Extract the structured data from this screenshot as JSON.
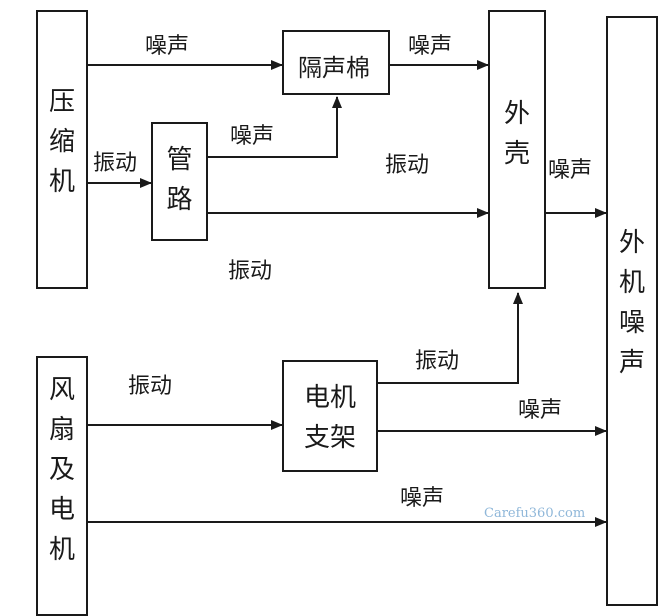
{
  "nodes": {
    "compressor": "压\n缩\n机",
    "pipe": "管\n路",
    "insulation": "隔声棉",
    "shell": "外\n壳",
    "outdoor_noise": "外\n机\n噪\n声",
    "fan_motor": "风\n扇\n及\n电\n机",
    "motor_bracket": "电机\n支架"
  },
  "edges": {
    "compressor_to_insulation": "噪声",
    "insulation_to_shell": "噪声",
    "compressor_to_pipe": "振动",
    "pipe_to_insulation": "噪声",
    "pipe_to_shell_upper": "振动",
    "pipe_to_shell_lower": "振动",
    "shell_to_outdoor": "噪声",
    "fan_to_bracket": "振动",
    "bracket_to_shell": "振动",
    "bracket_to_outdoor": "噪声",
    "fan_to_outdoor": "噪声"
  },
  "watermark": "Carefu360.com",
  "colors": {
    "line": "#1a1a1a",
    "watermark": "#8fb7d9"
  }
}
